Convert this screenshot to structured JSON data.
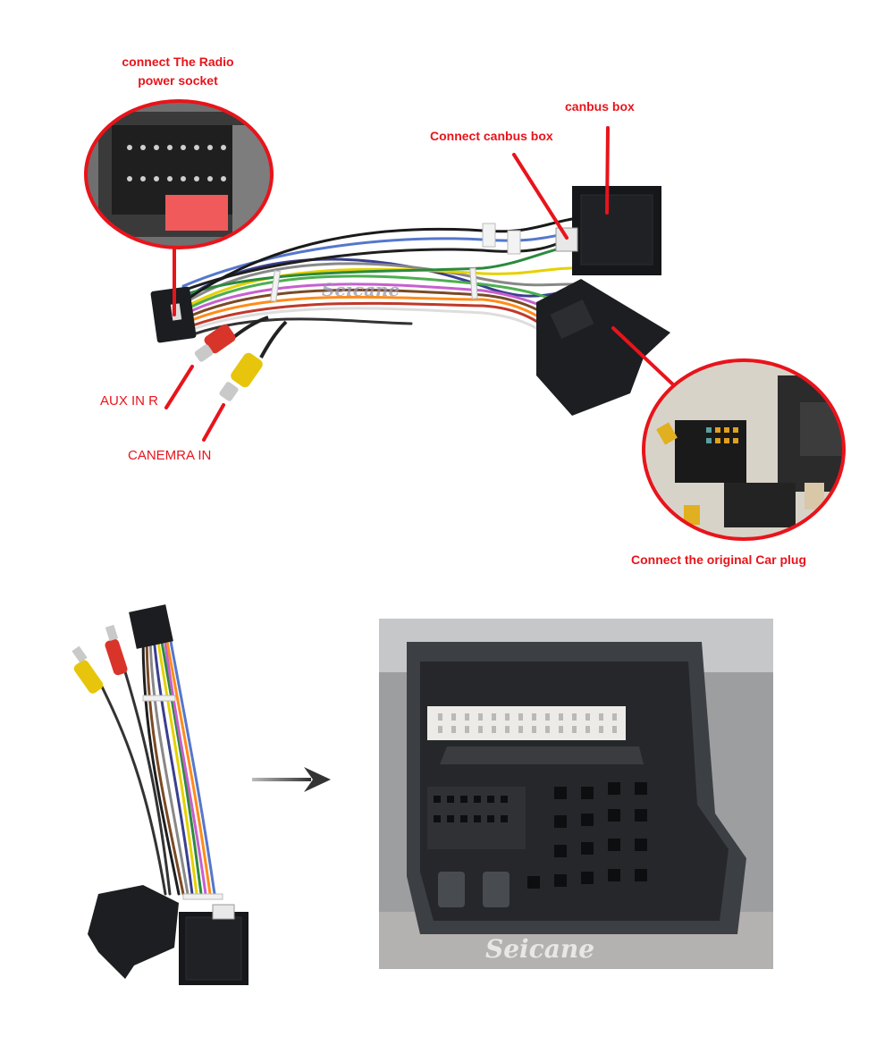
{
  "labels": {
    "radio_socket_line1": "connect The Radio",
    "radio_socket_line2": "power socket",
    "canbus_box": "canbus box",
    "connect_canbus_box": "Connect canbus box",
    "aux_in_r": "AUX IN R",
    "camera_in": "CANEMRA IN",
    "original_car_plug": "Connect the original Car plug"
  },
  "watermark": "Seicane",
  "colors": {
    "label_red": "#e8141b",
    "connector_black": "#1c1d20",
    "rca_red": "#d9342a",
    "rca_yellow": "#e7c50d",
    "arrow_gray": "#444444"
  }
}
